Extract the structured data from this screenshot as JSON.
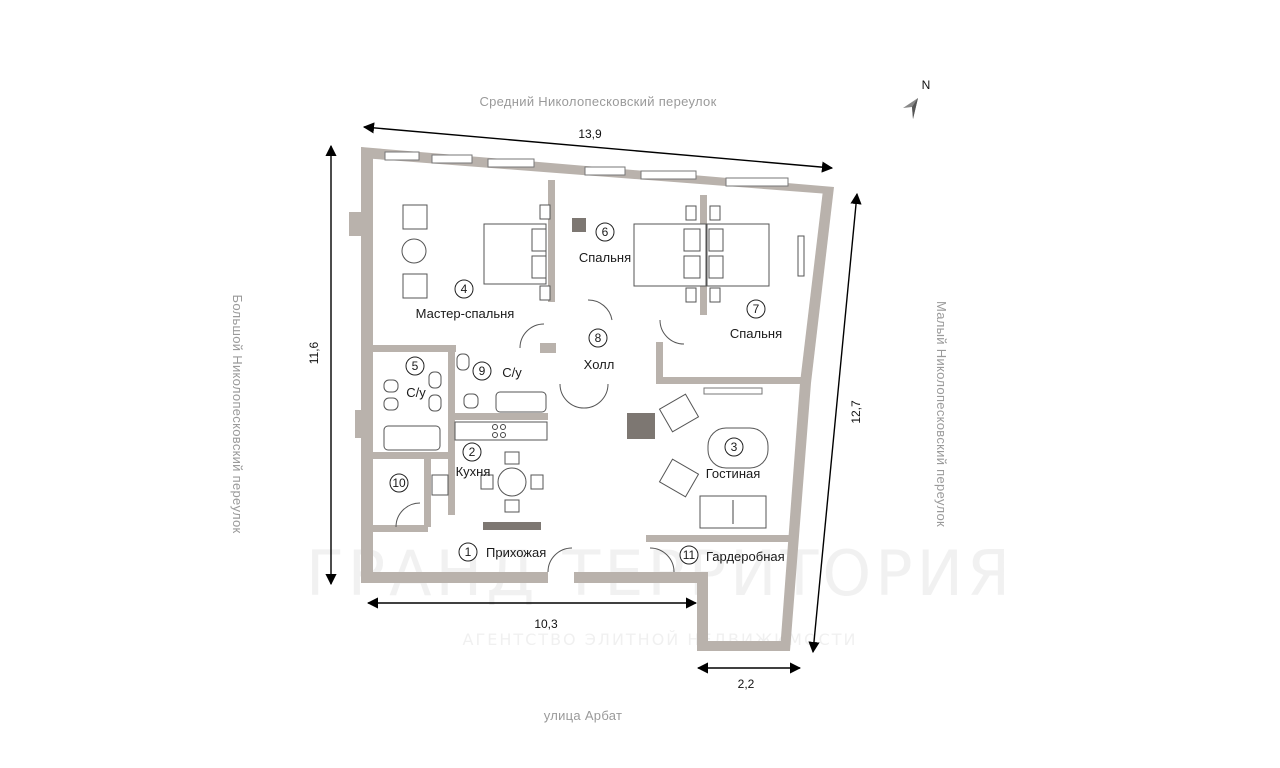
{
  "streets": {
    "top": "Средний Николопесковский переулок",
    "left": "Большой Николопесковский переулок",
    "right": "Малый Николопесковский переулок",
    "bottom": "улица Арбат"
  },
  "compass": {
    "label": "N"
  },
  "dimensions": {
    "top": "13,9",
    "left": "11,6",
    "right": "12,7",
    "bottom": "10,3",
    "bottom_small": "2,2"
  },
  "rooms": [
    {
      "num": "1",
      "label": "Прихожая"
    },
    {
      "num": "2",
      "label": "Кухня"
    },
    {
      "num": "3",
      "label": "Гостиная"
    },
    {
      "num": "4",
      "label": "Мастер-спальня"
    },
    {
      "num": "5",
      "label": "С/у"
    },
    {
      "num": "6",
      "label": "Спальня"
    },
    {
      "num": "7",
      "label": "Спальня"
    },
    {
      "num": "8",
      "label": "Холл"
    },
    {
      "num": "9",
      "label": "С/у"
    },
    {
      "num": "10",
      "label": ""
    },
    {
      "num": "11",
      "label": "Гардеробная"
    }
  ],
  "watermark": {
    "main": "ГРАНД ТЕРРИТОРИЯ",
    "sub": "АГЕНТСТВО ЭЛИТНОЙ НЕДВИЖИМОСТИ"
  },
  "colors": {
    "wall": "#b9b2ac",
    "line": "#444444",
    "text": "#1a1a1a",
    "street": "#9a9a9a"
  }
}
